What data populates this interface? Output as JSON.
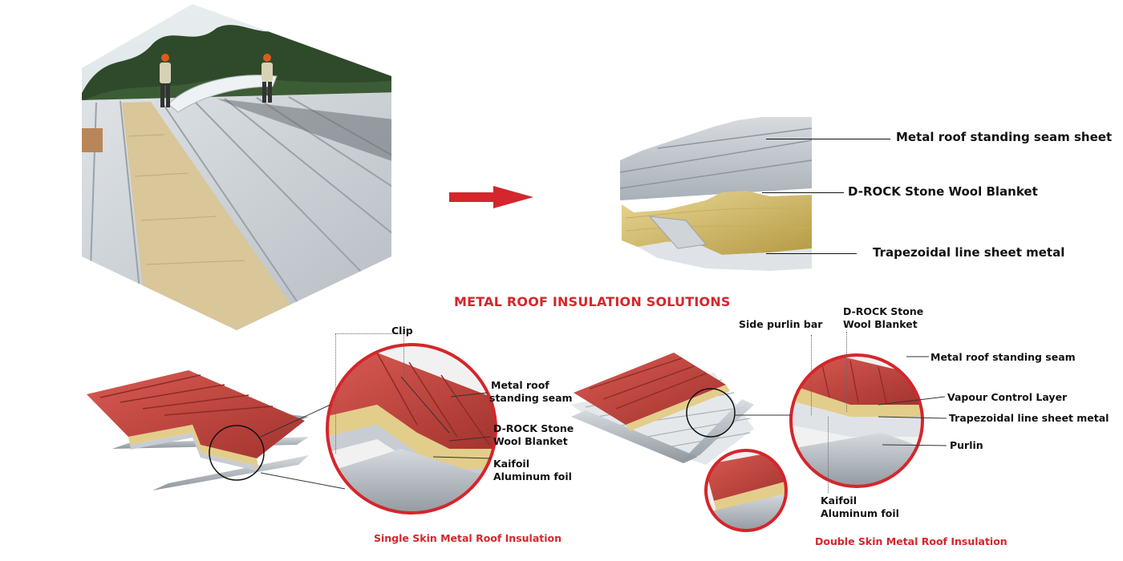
{
  "top": {
    "layers": [
      "Metal roof standing seam sheet",
      "D-ROCK Stone Wool Blanket",
      "Trapezoidal line sheet metal"
    ]
  },
  "title": "METAL ROOF INSULATION SOLUTIONS",
  "single_skin": {
    "labels": {
      "clip": "Clip",
      "seam_line1": "Metal roof",
      "seam_line2": "standing seam",
      "wool_line1": "D-ROCK Stone",
      "wool_line2": "Wool Blanket",
      "foil_line1": "Kaifoil",
      "foil_line2": "Aluminum foil"
    },
    "caption": "Single Skin Metal Roof Insulation"
  },
  "double_skin": {
    "labels": {
      "purlin_bar": "Side purlin bar",
      "wool_line1": "D-ROCK Stone",
      "wool_line2": "Wool Blanket",
      "seam": "Metal roof standing seam",
      "vapour": "Vapour Control Layer",
      "trapezoidal": "Trapezoidal line sheet metal",
      "purlin": "Purlin",
      "foil_line1": "Kaifoil",
      "foil_line2": "Aluminum foil"
    },
    "caption": "Double Skin Metal Roof Insulation"
  },
  "colors": {
    "accent_red": "#d4262c",
    "roof_red": "#c9453f",
    "wool": "#e3cd8a",
    "metal": "#c8cdd3"
  }
}
